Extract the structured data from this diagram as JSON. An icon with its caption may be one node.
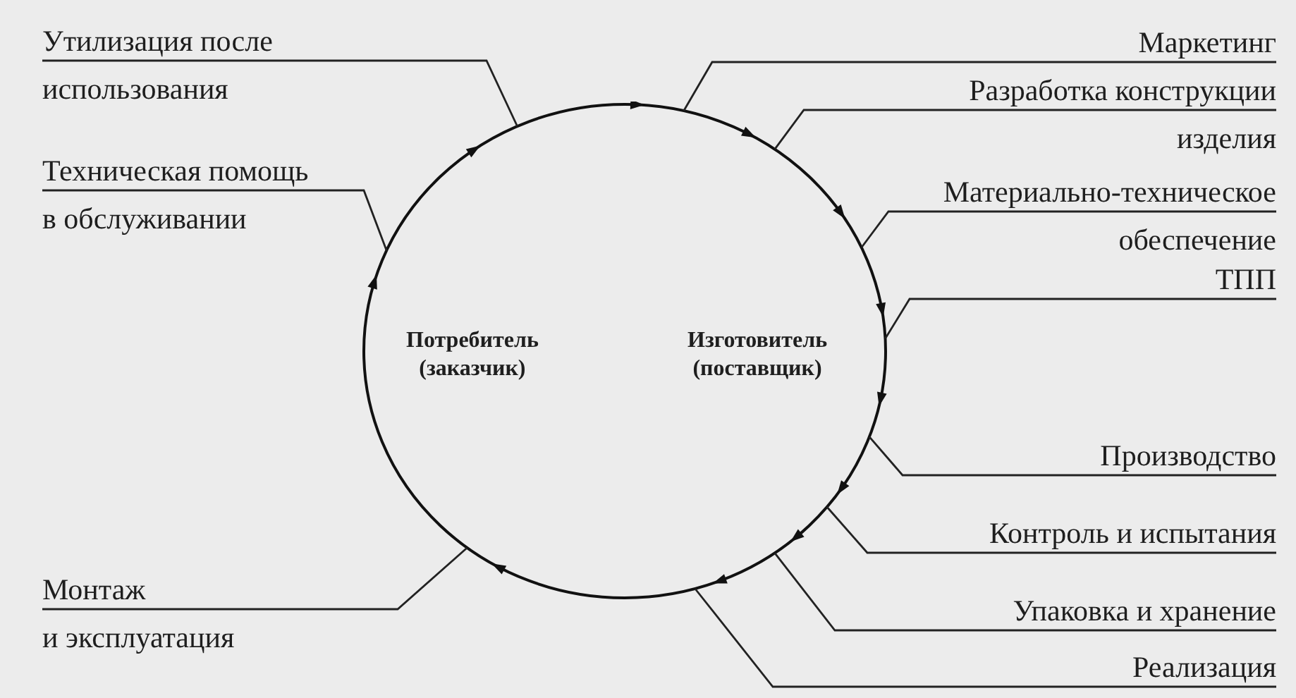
{
  "diagram": {
    "nodes": [
      {
        "text": [
          "Потребитель (заказчик)",
          "Изготовитель (поставщик)"
        ]
      },
      {
        "text": [
          "Утилизация после использования"
        ]
      },
      {
        "text": [
          "Маркетинг"
        ]
      },
      {
        "text": [
          "Разработка конструкции изделия"
        ]
      },
      {
        "text": [
          "Техническая помощь в обслуживании"
        ]
      },
      {
        "text": [
          "Материально-техническое обеспечение"
        ]
      },
      {
        "text": [
          "ТПП"
        ]
      },
      {
        "text": [
          "Производство"
        ]
      },
      {
        "text": [
          "Контроль и испытания"
        ]
      },
      {
        "text": [
          "Монтаж и эксплуатация"
        ]
      },
      {
        "text": [
          "Упаковка и хранение"
        ]
      },
      {
        "text": [
          "Реализация"
        ]
      }
    ],
    "edges": [
      {
        "from": 1,
        "to": 0,
        "arrow": "none"
      },
      {
        "from": 2,
        "to": 0,
        "arrow": "none"
      },
      {
        "from": 3,
        "to": 0,
        "arrow": "none"
      },
      {
        "from": 4,
        "to": 0,
        "arrow": "none"
      },
      {
        "from": 5,
        "to": 0,
        "arrow": "none"
      },
      {
        "from": 6,
        "to": 0,
        "arrow": "none"
      },
      {
        "from": 7,
        "to": 0,
        "arrow": "none"
      },
      {
        "from": 8,
        "to": 0,
        "arrow": "none"
      },
      {
        "from": 9,
        "to": 0,
        "arrow": "none"
      },
      {
        "from": 10,
        "to": 0,
        "arrow": "none"
      },
      {
        "from": 11,
        "to": 0,
        "arrow": "none"
      }
    ]
  }
}
